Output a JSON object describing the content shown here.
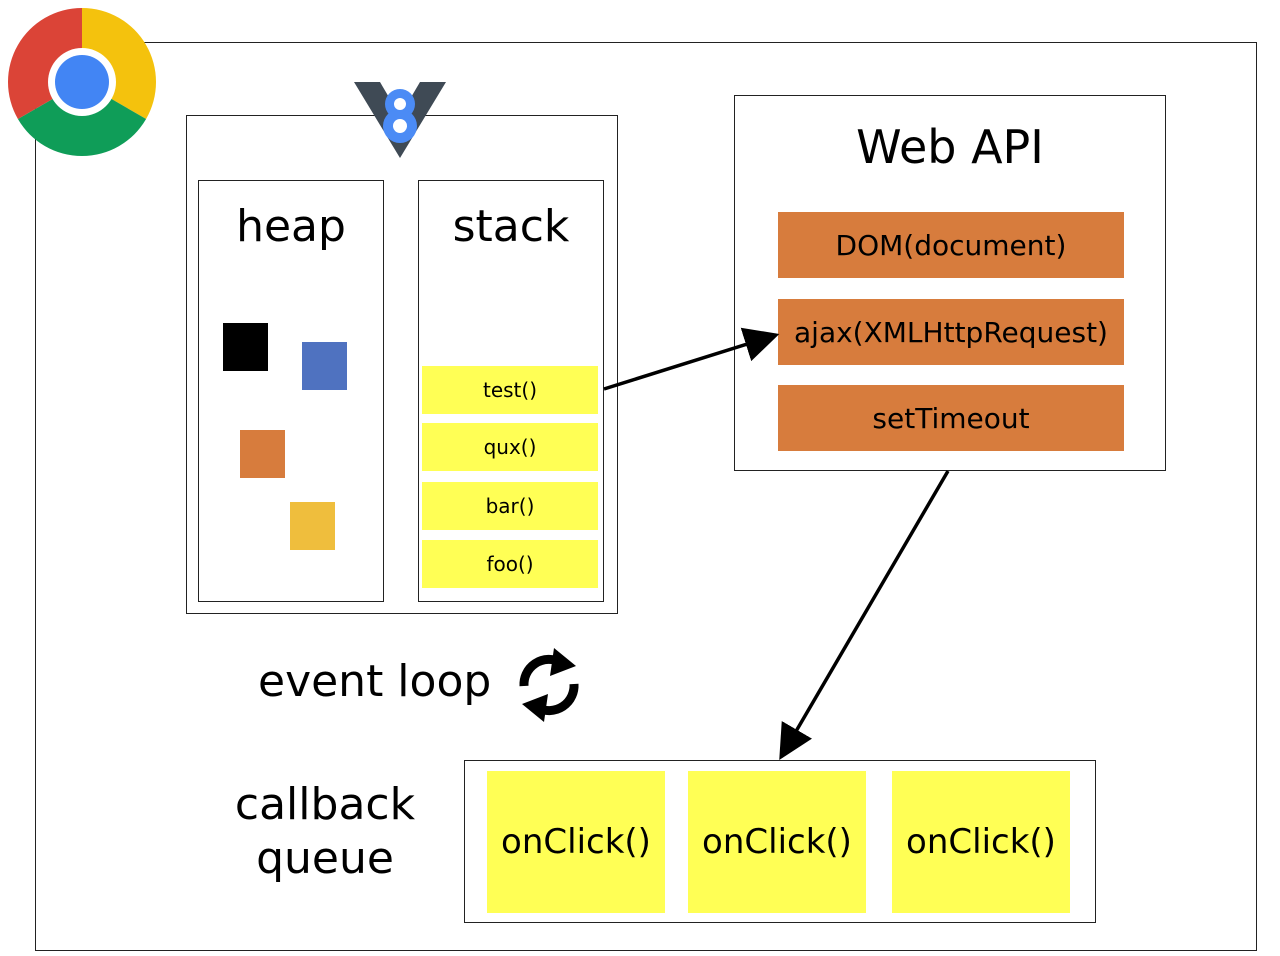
{
  "v8": {
    "heap": {
      "title": "heap"
    },
    "stack": {
      "title": "stack",
      "frames": [
        "test()",
        "qux()",
        "bar()",
        "foo()"
      ]
    }
  },
  "web_api": {
    "title": "Web API",
    "items": [
      "DOM(document)",
      "ajax(XMLHttpRequest)",
      "setTimeout"
    ]
  },
  "event_loop": {
    "label": "event loop"
  },
  "callback_queue": {
    "label_line1": "callback",
    "label_line2": "queue",
    "items": [
      "onClick()",
      "onClick()",
      "onClick()"
    ]
  },
  "colors": {
    "frame_yellow": "#FFFF55",
    "api_orange": "#D77C3D",
    "heap_blue": "#4F72C0",
    "heap_yellow": "#EFBE3D",
    "chrome_red": "#DB4437",
    "chrome_yellow": "#F4C20D",
    "chrome_green": "#0F9D58",
    "chrome_blue": "#4285F4",
    "v8_blue": "#4B8BF5"
  }
}
